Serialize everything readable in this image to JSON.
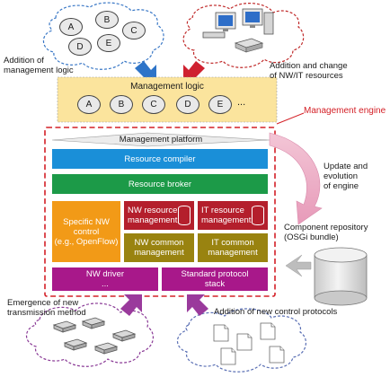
{
  "top_cloud": {
    "modules": [
      "A",
      "B",
      "C",
      "D",
      "E"
    ],
    "caption": [
      "Addition of",
      "management logic"
    ]
  },
  "nw_it_cloud": {
    "caption": [
      "Addition and change",
      "of NW/IT resources"
    ]
  },
  "management_logic": {
    "title": "Management logic",
    "modules": [
      "A",
      "B",
      "C",
      "D",
      "E"
    ],
    "ellipsis": "..."
  },
  "management_engine_label": "Management engine",
  "platform": "Management platform",
  "resource_compiler": "Resource compiler",
  "resource_broker": "Resource broker",
  "specific_nw_control": [
    "Specific NW",
    "control",
    "(e.g., OpenFlow)"
  ],
  "nw_resource_management": [
    "NW resource",
    "management"
  ],
  "it_resource_management": [
    "IT resource",
    "management"
  ],
  "nw_common_management": [
    "NW common",
    "management"
  ],
  "it_common_management": [
    "IT common",
    "management"
  ],
  "nw_driver": [
    "NW driver",
    "..."
  ],
  "standard_protocol_stack": [
    "Standard protocol",
    "stack"
  ],
  "update_label": [
    "Update and",
    "evolution",
    "of engine"
  ],
  "repository_label": [
    "Component repository",
    "(OSGi bundle)"
  ],
  "emergence_label": [
    "Emergence of new",
    "transmission method"
  ],
  "protocols_label": "Addition of new control protocols",
  "colors": {
    "blue": "#1a8fd8",
    "green": "#1c9a48",
    "orange": "#f29a17",
    "dark_red": "#b41f2c",
    "olive": "#998310",
    "magenta": "#a8188a",
    "engine_border": "#d42027",
    "logic_fill": "#fbe49d",
    "arrow_blue": "#2e74c8",
    "arrow_red": "#cf2130",
    "arrow_purple": "#9a3a9c",
    "pink": "#eeb7cc"
  }
}
